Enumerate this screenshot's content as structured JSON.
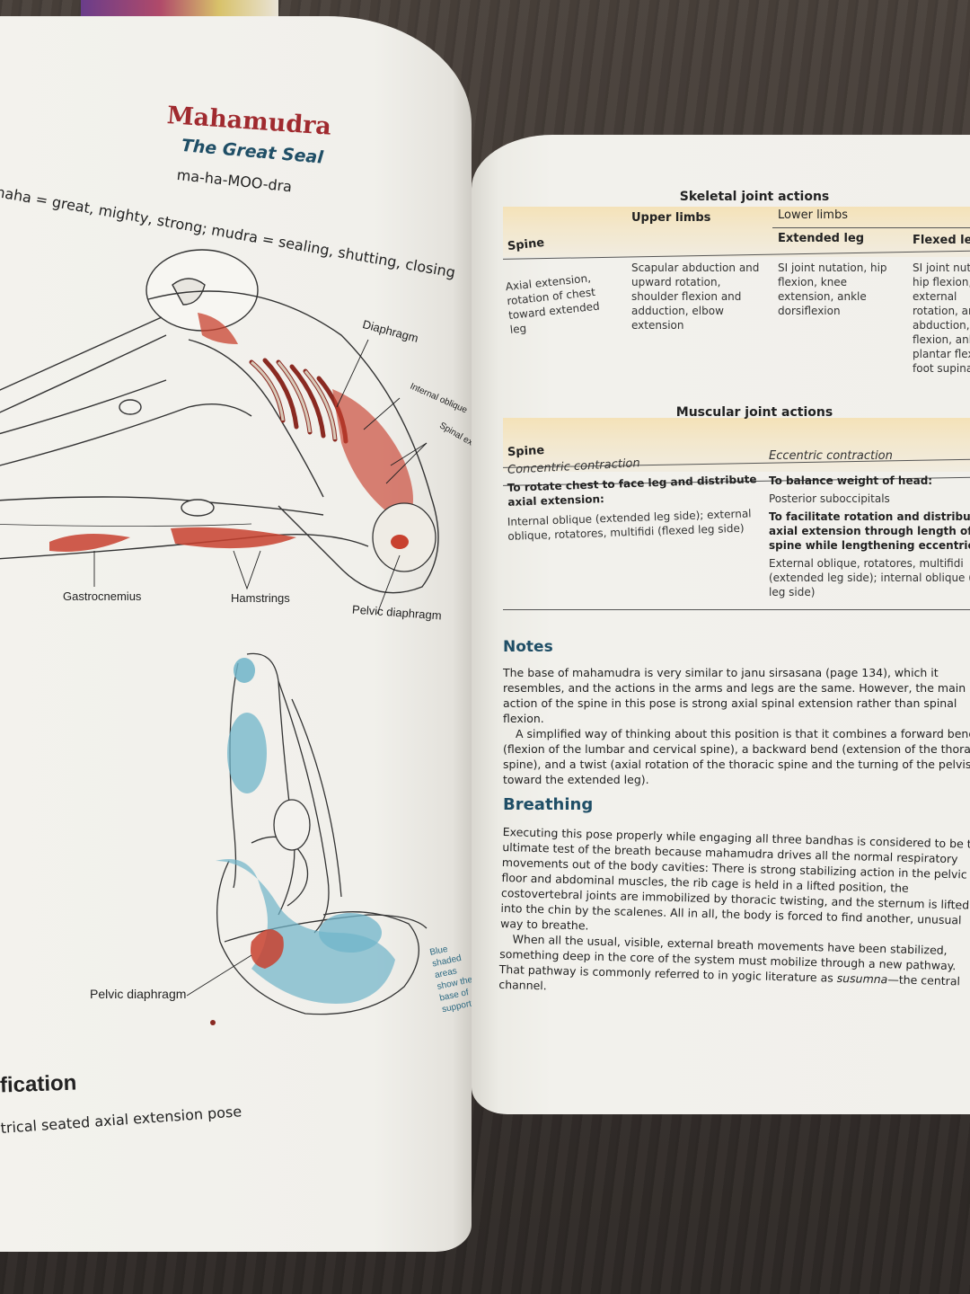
{
  "left_page": {
    "title": "Mahamudra",
    "subtitle": "The Great Seal",
    "pronunciation": "ma-ha-MOO-dra",
    "etymology": "maha = great, mighty, strong; mudra = sealing, shutting, closing",
    "figure_top_labels": {
      "diaphragm": "Diaphragm",
      "internal_oblique": "Internal oblique",
      "spinal_extensors": "Spinal extensors",
      "gastrocnemius": "Gastrocnemius",
      "hamstrings": "Hamstrings",
      "pelvic_diaphragm": "Pelvic diaphragm"
    },
    "figure_bottom_labels": {
      "pelvic_diaphragm": "Pelvic diaphragm",
      "blue_note": "Blue shaded areas show the base of support."
    },
    "modification_heading": "fication",
    "modification_text": "trical seated axial extension pose"
  },
  "right_page": {
    "skeletal": {
      "title": "Skeletal joint actions",
      "headers": {
        "spine": "Spine",
        "upper_limbs": "Upper limbs",
        "lower_limbs": "Lower limbs",
        "extended_leg": "Extended leg",
        "flexed_leg": "Flexed leg"
      },
      "spine_text": "Axial extension, rotation of chest toward extended leg",
      "upper_text": "Scapular abduction and upward rotation, shoulder flexion and adduction, elbow extension",
      "extended_text": "SI joint nutation, hip flexion, knee extension, ankle dorsiflexion",
      "flexed_text": "SI joint nutation, hip flexion, external rotation, and abduction, knee flexion, ankle plantar flexion; foot supination"
    },
    "muscular": {
      "title": "Muscular joint actions",
      "spine_header": "Spine",
      "concentric_header": "Concentric contraction",
      "eccentric_header": "Eccentric contraction",
      "concentric_goal": "To rotate chest to face leg and distribute axial extension:",
      "concentric_muscles": "Internal oblique (extended leg side); external oblique, rotatores, multifidi (flexed leg side)",
      "eccentric_goal1": "To balance weight of head:",
      "eccentric_muscles1": "Posterior suboccipitals",
      "eccentric_goal2": "To facilitate rotation and distribute axial extension through length of spine while lengthening eccentrically:",
      "eccentric_muscles2": "External oblique, rotatores, multifidi (extended leg side); internal oblique (flexed leg side)"
    },
    "notes": {
      "heading": "Notes",
      "p1": "The base of mahamudra is very similar to janu sirsasana (page 134), which it resembles, and the actions in the arms and legs are the same. However, the main action of the spine in this pose is strong axial spinal extension rather than spinal flexion.",
      "p2": "A simplified way of thinking about this position is that it combines a forward bend (flexion of the lumbar and cervical spine), a backward bend (extension of the thoracic spine), and a twist (axial rotation of the thoracic spine and the turning of the pelvis toward the extended leg)."
    },
    "breathing": {
      "heading": "Breathing",
      "p1": "Executing this pose properly while engaging all three bandhas is considered to be the ultimate test of the breath because mahamudra drives all the normal respiratory movements out of the body cavities: There is strong stabilizing action in the pelvic floor and abdominal muscles, the rib cage is held in a lifted position, the costovertebral joints are immobilized by thoracic twisting, and the sternum is lifted into the chin by the scalenes. All in all, the body is forced to find another, unusual way to breathe.",
      "p2_before": "When all the usual, visible, external breath movements have been stabilized, something deep in the core of the system must mobilize through a new pathway. That pathway is commonly referred to in yogic literature as ",
      "p2_term": "susumna",
      "p2_after": "—the central channel."
    }
  },
  "colors": {
    "title_red": "#a02a2f",
    "subtitle_blue": "#1f4e66",
    "muscle_red": "#c8412f",
    "support_blue": "#6fb4c9",
    "band_gold": "#f4e2b8"
  }
}
